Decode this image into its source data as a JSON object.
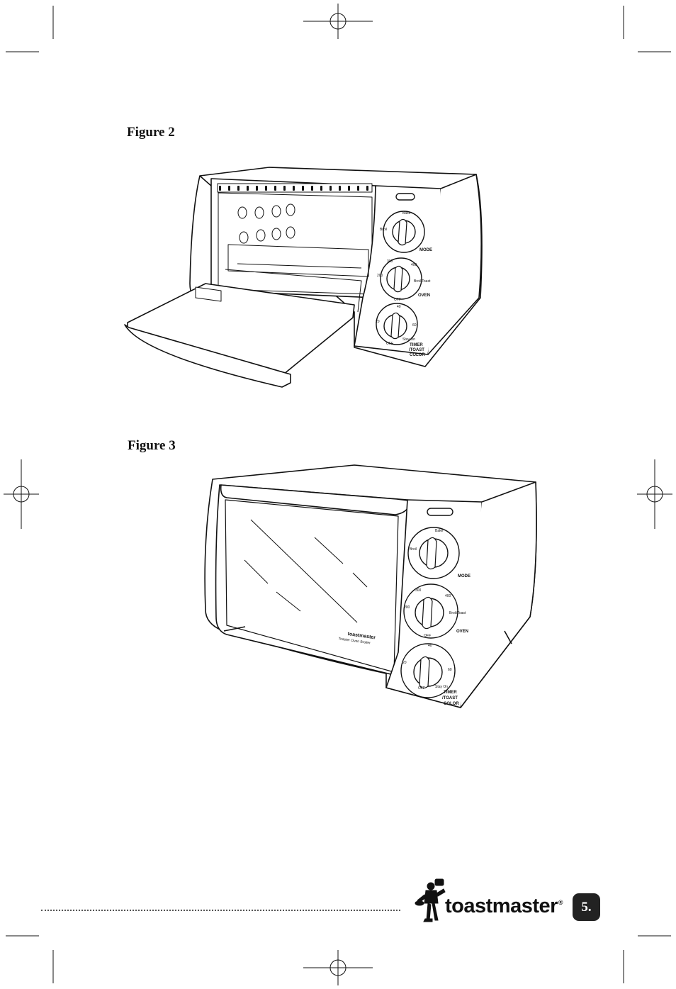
{
  "figures": [
    {
      "label": "Figure 2"
    },
    {
      "label": "Figure 3"
    }
  ],
  "controls": {
    "mode_label": "MODE",
    "oven_label": "OVEN",
    "timer_label": "TIMER",
    "toast_label": "/TOAST",
    "color_label": "COLOR",
    "mode_marks": [
      "Bake",
      "Broil"
    ],
    "oven_marks": [
      "200",
      "300",
      "400",
      "Broil/Toast",
      "OFF"
    ],
    "timer_marks": [
      "20",
      "40",
      "60",
      "OFF",
      "Stay On"
    ]
  },
  "door_brand": {
    "name": "toastmaster",
    "product": "Toaster Oven Broiler"
  },
  "footer": {
    "brand": "toastmaster",
    "registered": "®",
    "page_number": "5."
  }
}
